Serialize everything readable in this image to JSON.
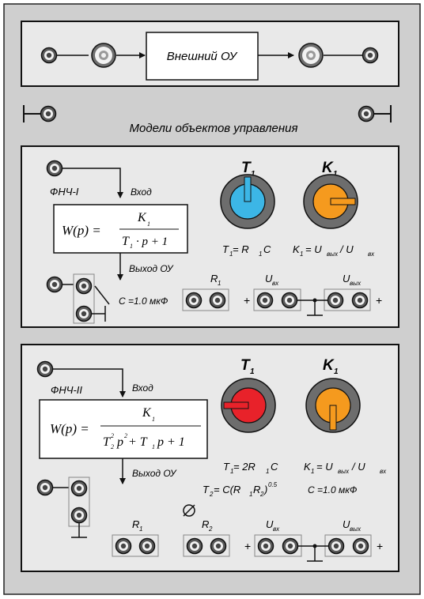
{
  "top_block": {
    "external_label": "Внешний ОУ"
  },
  "models_title": "Модели объектов управления",
  "module1": {
    "filter_label": "ФНЧ-I",
    "input_label": "Вход",
    "output_label": "Выход ОУ",
    "w_lhs": "W(p) =",
    "numerator": "K",
    "numerator_sub": "1",
    "den_T": "T",
    "den_T_sub": "1",
    "den_rest": "· p + 1",
    "capacitor": "C =1.0 мкФ",
    "knob_t_label": "T",
    "knob_t_sub": "1",
    "knob_k_label": "K",
    "knob_k_sub": "1",
    "formula_t_a": "T",
    "formula_t_a_sub": "1",
    "formula_t_b": " = R",
    "formula_t_b_sub": "1",
    "formula_t_c": "C",
    "formula_k_a": "K",
    "formula_k_a_sub": "1",
    "formula_k_b": "= U",
    "formula_k_b_sub": "вых",
    "formula_k_c": " / U",
    "formula_k_c_sub": "вх",
    "r1_label": "R",
    "r1_sub": "1",
    "uin_label": "U",
    "uin_sub": "вх",
    "uout_label": "U",
    "uout_sub": "вых",
    "plus_left": "+",
    "plus_right": "+"
  },
  "module2": {
    "filter_label": "ФНЧ-II",
    "input_label": "Вход",
    "output_label": "Выход ОУ",
    "w_lhs": "W(p) =",
    "numerator": "K",
    "numerator_sub": "1",
    "den_a": "T",
    "den_a_sup": "2",
    "den_a_sub": "2",
    "den_b": "p",
    "den_b_sup": "2",
    "den_c": " + T",
    "den_c_sub": "1",
    "den_d": "p + 1",
    "knob_t_label": "T",
    "knob_t_sub": "1",
    "knob_k_label": "K",
    "knob_k_sub": "1",
    "formula_t1_a": "T",
    "formula_t1_a_sub": "1",
    "formula_t1_b": " = 2R",
    "formula_t1_b_sub": "1",
    "formula_t1_c": "C",
    "formula_k_a": "K",
    "formula_k_a_sub": "1",
    "formula_k_b": "= U",
    "formula_k_b_sub": "вых",
    "formula_k_c": " / U",
    "formula_k_c_sub": "вх",
    "formula_t2_a": "T",
    "formula_t2_a_sub": "2",
    "formula_t2_b": " = C(R",
    "formula_t2_b_sub": "1",
    "formula_t2_c": "R",
    "formula_t2_c_sub": "2",
    "formula_t2_d": ")",
    "formula_t2_sup": "0.5",
    "capacitor": "C =1.0 мкФ",
    "r1_label": "R",
    "r1_sub": "1",
    "r2_label": "R",
    "r2_sub": "2",
    "uin_label": "U",
    "uin_sub": "вх",
    "uout_label": "U",
    "uout_sub": "вых",
    "plus_left": "+",
    "plus_right": "+"
  },
  "colors": {
    "panel_bg": "#e9e9e9",
    "knob_ring": "#6d6d6d",
    "knob_t1_module1": "#3cb6e6",
    "knob_k1": "#f59a1e",
    "knob_t1_module2": "#e8222a"
  }
}
